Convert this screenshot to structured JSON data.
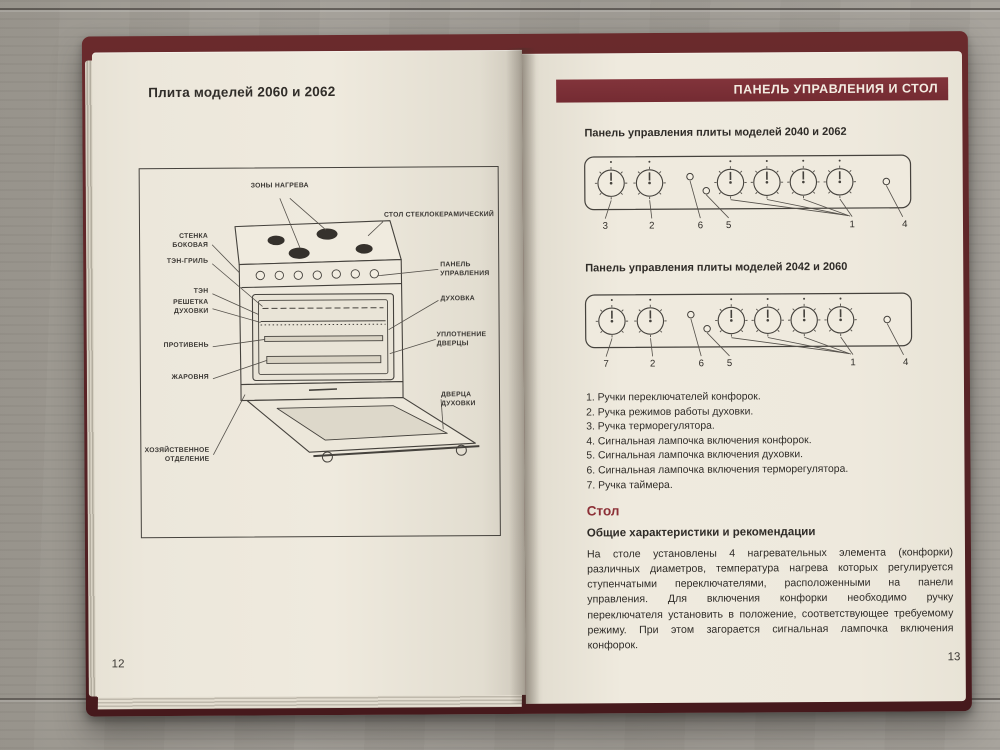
{
  "book": {
    "left_page": {
      "title": "Плита моделей 2060 и 2062",
      "page_number": "12",
      "diagram_labels": {
        "zones": "ЗОНЫ НАГРЕВА",
        "glass_top": "СТОЛ СТЕКЛОКЕРАМИЧЕСКИЙ",
        "side_wall": "СТЕНКА БОКОВАЯ",
        "grill_heater": "ТЭН-ГРИЛЬ",
        "heater": "ТЭН",
        "oven_rack": "РЕШЕТКА ДУХОВКИ",
        "baking_tray": "ПРОТИВЕНЬ",
        "roasting_pan": "ЖАРОВНЯ",
        "utility_compartment": "ХОЗЯЙСТВЕННОЕ ОТДЕЛЕНИЕ",
        "control_panel": "ПАНЕЛЬ УПРАВЛЕНИЯ",
        "oven": "ДУХОВКА",
        "door_seal": "УПЛОТНЕНИЕ ДВЕРЦЫ",
        "oven_door": "ДВЕРЦА ДУХОВКИ"
      }
    },
    "right_page": {
      "header": "ПАНЕЛЬ УПРАВЛЕНИЯ И СТОЛ",
      "section1_title": "Панель управления плиты моделей 2040 и 2062",
      "section2_title": "Панель управления плиты моделей 2042 и 2060",
      "panel1_numbers": [
        "3",
        "2",
        "6",
        "5",
        "1",
        "4"
      ],
      "panel2_numbers": [
        "7",
        "2",
        "6",
        "5",
        "1",
        "4"
      ],
      "legend": [
        "1. Ручки переключателей конфорок.",
        "2. Ручка режимов работы духовки.",
        "3. Ручка терморегулятора.",
        "4. Сигнальная лампочка включения конфорок.",
        "5. Сигнальная лампочка включения духовки.",
        "6. Сигнальная лампочка включения терморегулятора.",
        "7. Ручка таймера."
      ],
      "table_heading": "Стол",
      "subheading": "Общие характеристики и рекомендации",
      "body_text": "На столе установлены 4 нагревательных элемента (конфорки) различных диаметров, температура нагрева которых регулируется ступенчатыми переключателями, расположенными на панели управления. Для включения конфорки необходимо ручку переключателя установить в положение, соответствующее требуемому режиму. При этом загорается сигнальная лампочка включения конфорок.",
      "page_number": "13"
    },
    "colors": {
      "maroon": "#8c2f36",
      "cover": "#5a2426",
      "page": "#eee9dd"
    }
  }
}
